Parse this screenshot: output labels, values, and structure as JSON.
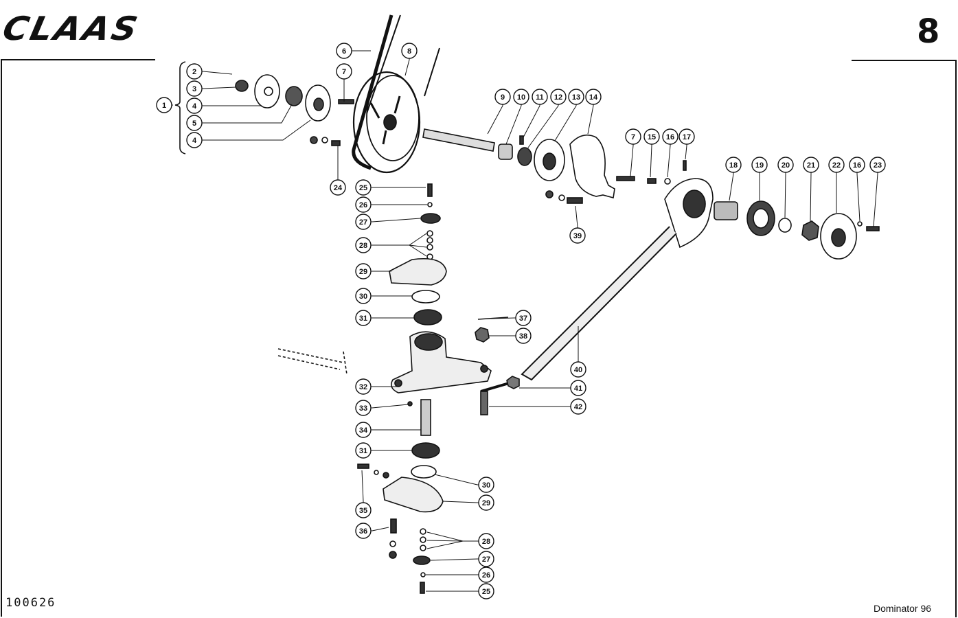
{
  "brand": "CLAAS",
  "page_number": "8",
  "reference": "100626",
  "model": "Dominator 96",
  "callouts": [
    "1",
    "2",
    "3",
    "4",
    "5",
    "4",
    "6",
    "7",
    "8",
    "9",
    "10",
    "11",
    "12",
    "13",
    "14",
    "7",
    "15",
    "16",
    "17",
    "18",
    "19",
    "20",
    "21",
    "22",
    "16",
    "23",
    "24",
    "25",
    "26",
    "27",
    "28",
    "29",
    "30",
    "31",
    "32",
    "33",
    "34",
    "31",
    "30",
    "29",
    "35",
    "36",
    "28",
    "27",
    "26",
    "25",
    "37",
    "38",
    "39",
    "40",
    "41",
    "42"
  ]
}
